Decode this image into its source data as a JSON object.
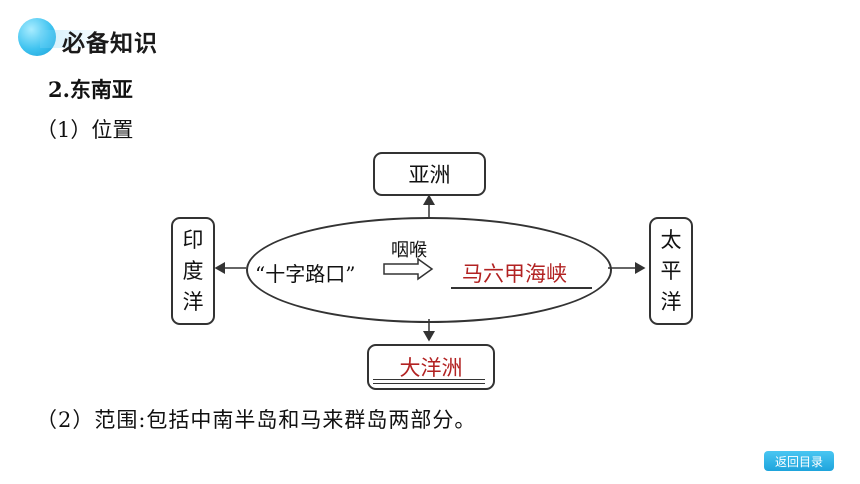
{
  "header": {
    "title": "必备知识"
  },
  "content": {
    "heading": "2.东南亚",
    "position_label": "（1）位置",
    "scope_text": "（2）范围:包括中南半岛和马来群岛两部分。"
  },
  "diagram": {
    "north": "亚洲",
    "south": "大洋洲",
    "west": "印度洋",
    "east": "太平洋",
    "center_left": "“十字路口”",
    "arrow_label": "咽喉",
    "center_right": "马六甲海峡"
  },
  "nav": {
    "back_label": "返回目录"
  },
  "colors": {
    "accent": "#1ea4dc",
    "highlight_red": "#b22222"
  }
}
